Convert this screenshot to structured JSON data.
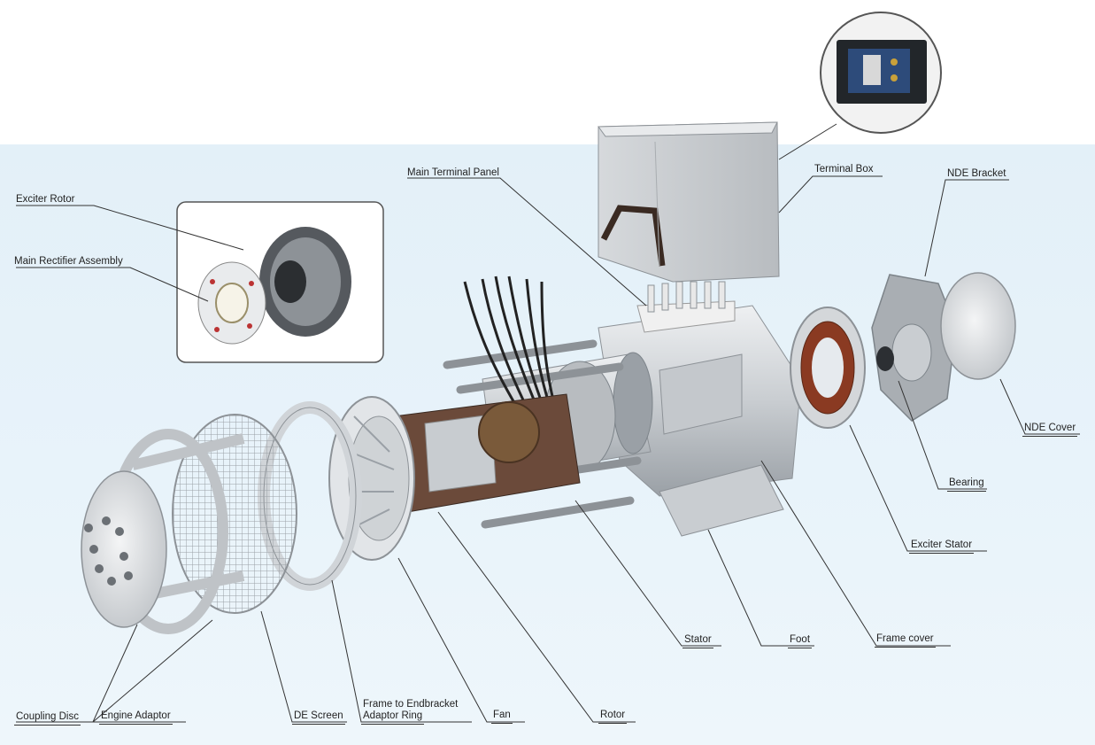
{
  "diagram": {
    "labels": {
      "exciter_rotor": "Exciter Rotor",
      "main_rectifier_assembly": "Main Rectifier Assembly",
      "main_terminal_panel": "Main Terminal Panel",
      "terminal_box": "Terminal Box",
      "nde_bracket": "NDE Bracket",
      "nde_cover": "NDE Cover",
      "bearing": "Bearing",
      "exciter_stator": "Exciter Stator",
      "frame_cover": "Frame cover",
      "foot": "Foot",
      "stator": "Stator",
      "rotor": "Rotor",
      "fan": "Fan",
      "frame_to_endbracket_line1": "Frame to Endbracket",
      "frame_to_endbracket_line2": "Adaptor Ring",
      "de_screen": "DE Screen",
      "engine_adaptor": "Engine Adaptor",
      "coupling_disc": "Coupling Disc"
    },
    "colors": {
      "background_panel": "#e6f2f9",
      "metal_light": "#d9dcdf",
      "metal_mid": "#b9bec3",
      "metal_dark": "#7d848a",
      "copper_winding": "#8a3a22",
      "leader_line": "#333333"
    }
  }
}
